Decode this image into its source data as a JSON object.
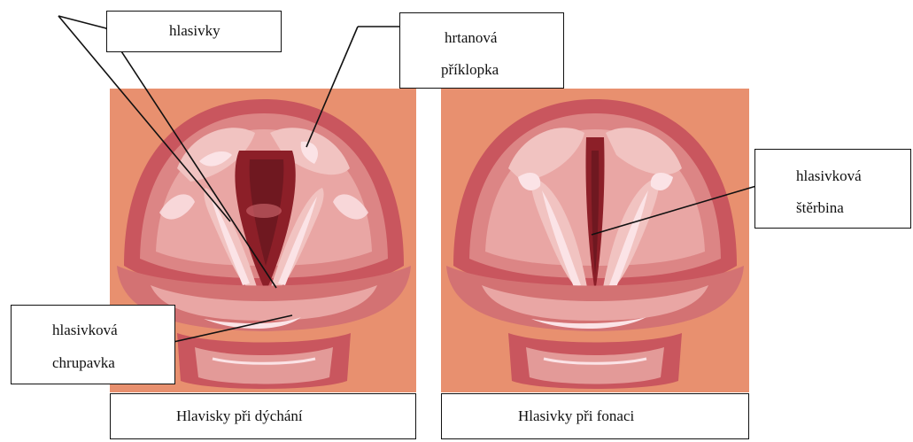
{
  "labels": {
    "vocal_cords": "hlasivky",
    "epiglottis_line1": "hrtanová",
    "epiglottis_line2": "příklopka",
    "glottis_line1": "hlasivková",
    "glottis_line2": "štěrbina",
    "cartilage_line1": "hlasivková",
    "cartilage_line2": "chrupavka"
  },
  "captions": {
    "left": "Hlavisky při dýchání",
    "right": "Hlasivky při fonaci"
  },
  "colors": {
    "panel_bg": "#e8906f",
    "tissue_outer": "#c9565e",
    "tissue_mid": "#e39a98",
    "tissue_light": "#f1c3c1",
    "highlight": "#fbe3e6",
    "dark": "#8c1f28",
    "deep": "#6f1820"
  }
}
